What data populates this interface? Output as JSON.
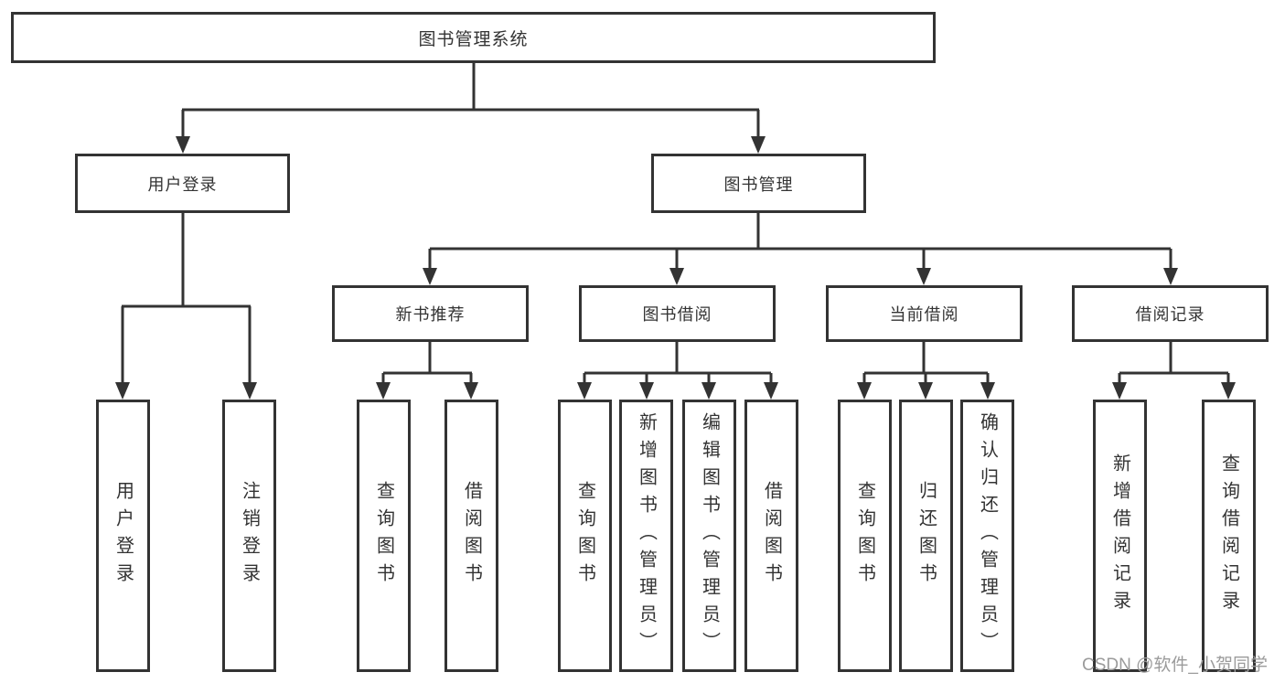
{
  "diagram": {
    "root": {
      "label": "图书管理系统"
    },
    "level2": [
      {
        "label": "用户登录"
      },
      {
        "label": "图书管理"
      }
    ],
    "level3": [
      {
        "label": "新书推荐"
      },
      {
        "label": "图书借阅"
      },
      {
        "label": "当前借阅"
      },
      {
        "label": "借阅记录"
      }
    ],
    "leaves": {
      "user_login": [
        "用户登录",
        "注销登录"
      ],
      "new_book": [
        "查询图书",
        "借阅图书"
      ],
      "book_borrow": [
        "查询图书",
        "新增图书（管理员）",
        "编辑图书（管理员）",
        "借阅图书"
      ],
      "current_borrow": [
        "查询图书",
        "归还图书",
        "确认归还（管理员）"
      ],
      "borrow_record": [
        "新增借阅记录",
        "查询借阅记录"
      ]
    }
  },
  "watermark": {
    "text": "CSDN @软件_小贺同学"
  },
  "colors": {
    "line": "#333333",
    "box_border": "#333333",
    "text": "#333333",
    "watermark": "#9b9b9b",
    "background": "#ffffff"
  }
}
